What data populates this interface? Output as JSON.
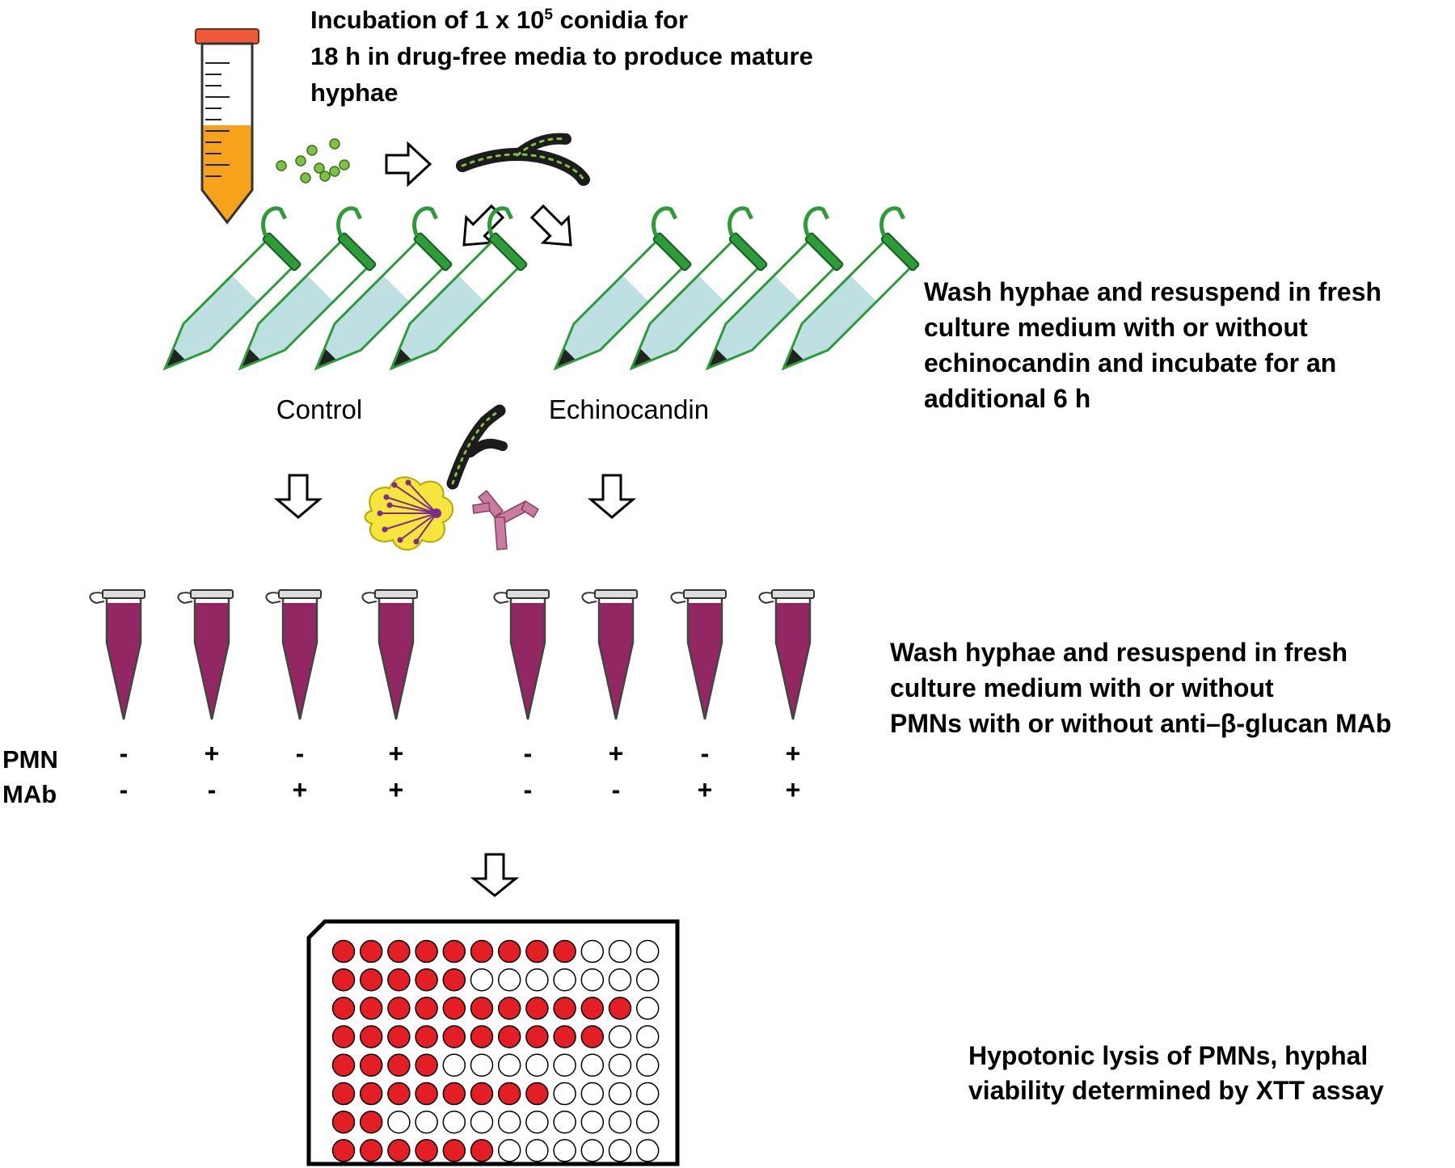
{
  "step1": {
    "line1_pre": "Incubation of 1 x 10",
    "line1_sup": "5",
    "line1_post": " conidia for",
    "line2": "18  h  in drug-free media to produce mature",
    "line3": "hyphae"
  },
  "step2": {
    "lines": [
      "Wash hyphae and resuspend in fresh",
      "culture medium with or without",
      "echinocandin and incubate for an",
      "additional 6 h"
    ]
  },
  "groups": {
    "control": "Control",
    "echinocandin": "Echinocandin"
  },
  "step3": {
    "lines": [
      "Wash hyphae and resuspend in fresh",
      "culture medium with or without",
      "PMNs with or without anti–β-glucan MAb"
    ]
  },
  "conditions": {
    "pmn_label": "PMN",
    "mab_label": "MAb",
    "pmn": [
      "-",
      "+",
      "-",
      "+",
      "-",
      "+",
      "-",
      "+"
    ],
    "mab": [
      "-",
      "-",
      "+",
      "+",
      "-",
      "-",
      "+",
      "+"
    ]
  },
  "step4": {
    "lines": [
      "Hypotonic lysis of PMNs, hyphal",
      "viability determined by XTT assay"
    ]
  },
  "plate": {
    "rows": 8,
    "cols": 12,
    "filled_per_row": [
      9,
      5,
      11,
      10,
      4,
      8,
      2,
      6
    ]
  },
  "colors": {
    "orange_medium": "#F7A21B",
    "tube_cap": "#F05A3A",
    "green": "#2E9B3A",
    "spore_green": "#7DC242",
    "light_blue_medium": "#BFE0E3",
    "purple_medium": "#922763",
    "red_well": "#E31E24",
    "pmn_yellow": "#F6E53C",
    "pmn_purple": "#7B2D8B",
    "antibody_pink": "#C87DA0"
  }
}
